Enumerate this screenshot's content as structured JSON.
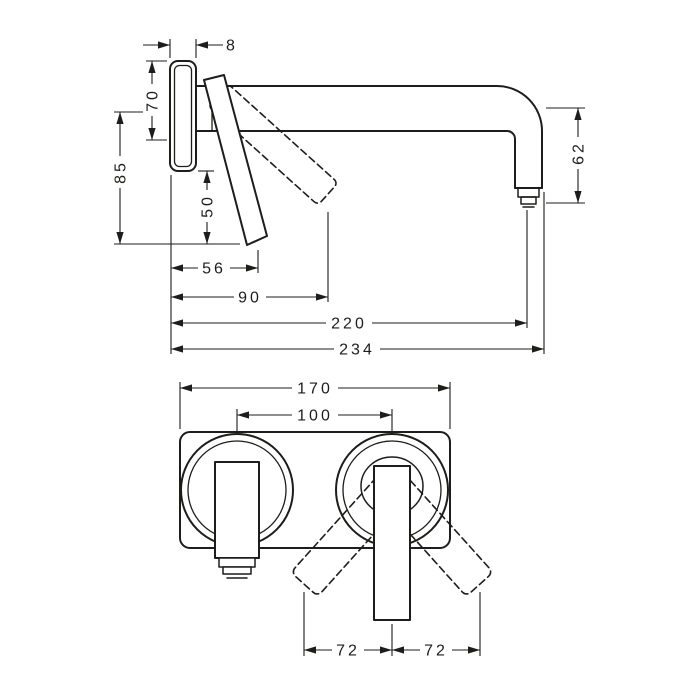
{
  "colors": {
    "background": "#ffffff",
    "line": "#1d1d1b"
  },
  "side_view": {
    "dims": {
      "d8": "8",
      "d70": "70",
      "d85": "85",
      "d50": "50",
      "d56": "56",
      "d90": "90",
      "d220": "220",
      "d234": "234",
      "d62": "62"
    }
  },
  "front_view": {
    "dims": {
      "d170": "170",
      "d100": "100",
      "d72_left": "72",
      "d72_right": "72"
    }
  }
}
